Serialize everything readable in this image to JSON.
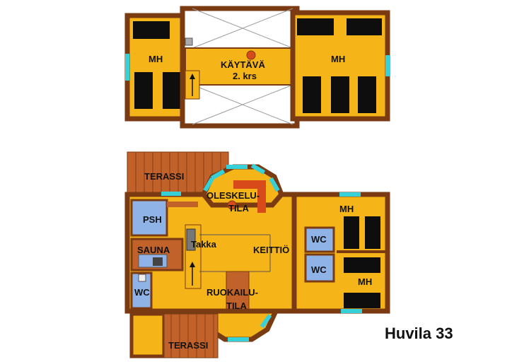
{
  "title": "Huvila 33",
  "upper_floor": {
    "room_left": "MH",
    "room_right": "MH",
    "hall_line1": "KÄYTÄVÄ",
    "hall_line2": "2. krs"
  },
  "ground_floor": {
    "terrace_top": "TERASSI",
    "terrace_bottom": "TERASSI",
    "living_line1": "OLESKELU-",
    "living_line2": "TILA",
    "psh": "PSH",
    "sauna": "SAUNA",
    "fireplace": "Takka",
    "kitchen": "KEITTIÖ",
    "wc_left": "WC",
    "wc_upper": "WC",
    "wc_lower": "WC",
    "bedroom_upper": "MH",
    "bedroom_lower": "MH",
    "dining_line1": "RUOKAILU-",
    "dining_line2": "TILA"
  },
  "colors": {
    "wall": "#7a3a12",
    "floor": "#f5b418",
    "tile": "#8fb3e6",
    "wood": "#c0622a",
    "window": "#35d0d8",
    "bed": "#0e0e0e",
    "stove": "#d84a1a"
  }
}
